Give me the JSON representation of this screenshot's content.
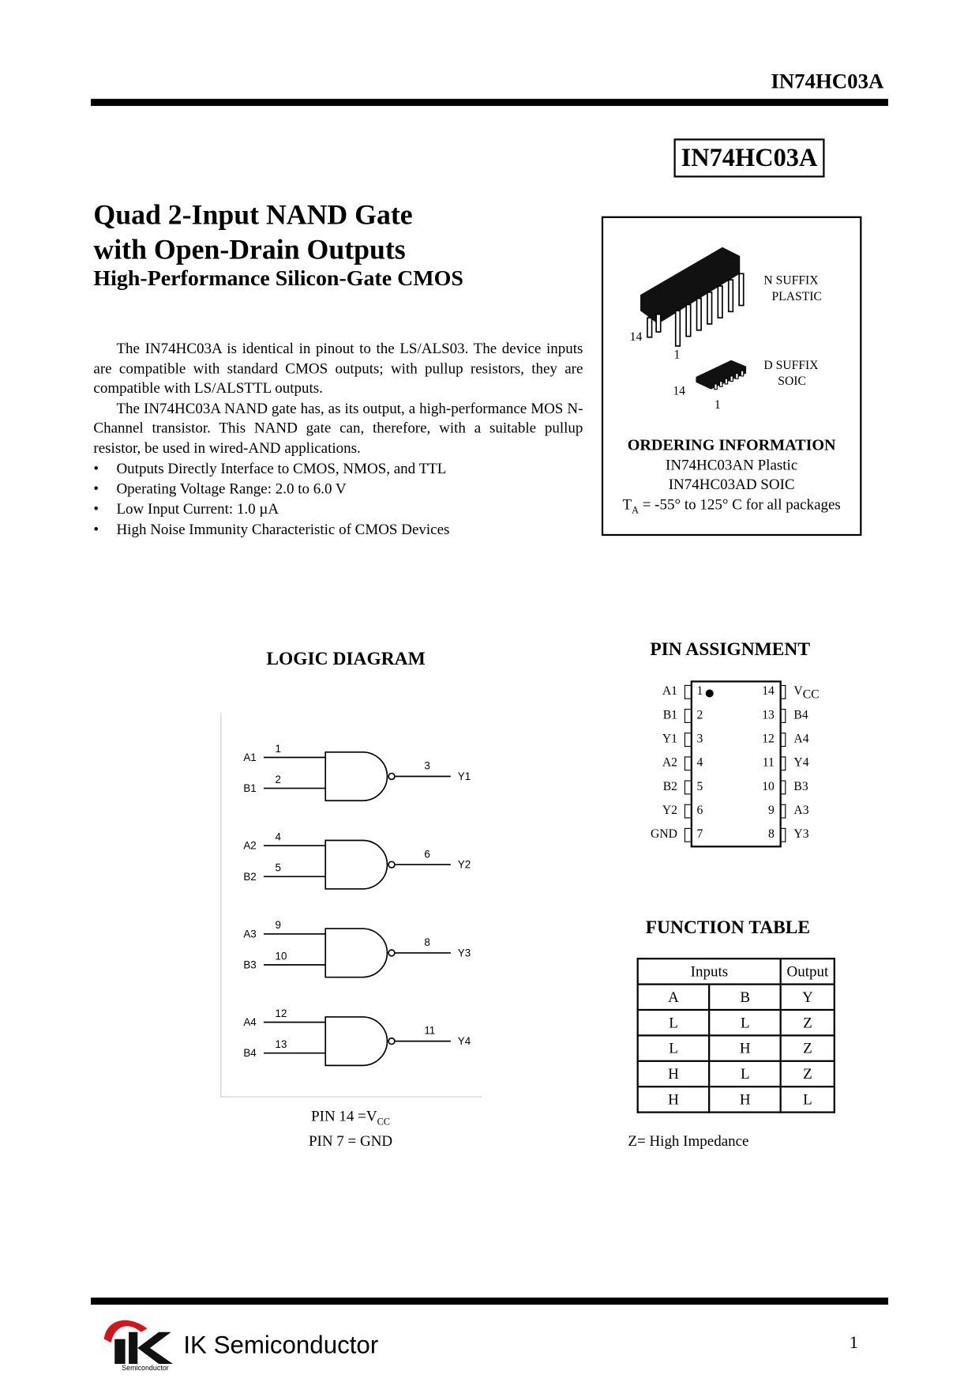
{
  "header": {
    "part_number": "IN74HC03A"
  },
  "part_box": "IN74HC03A",
  "title": {
    "line1": "Quad 2-Input NAND Gate",
    "line2": "with Open-Drain Outputs",
    "subtitle": "High-Performance Silicon-Gate CMOS"
  },
  "description": {
    "p1": "The IN74HC03A is identical in pinout to the LS/ALS03. The device inputs are compatible with standard CMOS outputs; with pullup resistors, they are compatible with LS/ALSTTL outputs.",
    "p2": "The IN74HC03A NAND gate has, as its output, a high-performance MOS N-Channel transistor. This NAND gate can, therefore, with a suitable pullup resistor, be used in wired-AND applications.",
    "bullets": [
      "Outputs Directly Interface to CMOS, NMOS, and TTL",
      "Operating Voltage Range: 2.0 to 6.0 V",
      "Low Input Current: 1.0 µA",
      "High Noise Immunity Characteristic of CMOS Devices"
    ]
  },
  "packages": {
    "n_suffix": "N SUFFIX",
    "n_type": "PLASTIC",
    "d_suffix": "D SUFFIX",
    "d_type": "SOIC",
    "pin14": "14",
    "pin1": "1"
  },
  "ordering": {
    "title": "ORDERING INFORMATION",
    "line1": "IN74HC03AN Plastic",
    "line2": "IN74HC03AD SOIC",
    "temp_prefix": "T",
    "temp_sub": "A",
    "temp_rest": " = -55° to 125° C for all packages"
  },
  "logic": {
    "title": "LOGIC DIAGRAM",
    "gates": [
      {
        "a": "A1",
        "b": "B1",
        "y": "Y1",
        "pa": "1",
        "pb": "2",
        "py": "3"
      },
      {
        "a": "A2",
        "b": "B2",
        "y": "Y2",
        "pa": "4",
        "pb": "5",
        "py": "6"
      },
      {
        "a": "A3",
        "b": "B3",
        "y": "Y3",
        "pa": "9",
        "pb": "10",
        "py": "8"
      },
      {
        "a": "A4",
        "b": "B4",
        "y": "Y4",
        "pa": "12",
        "pb": "13",
        "py": "11"
      }
    ],
    "note1_prefix": "PIN 14 =V",
    "note1_sub": "CC",
    "note2": "PIN 7 = GND"
  },
  "pins": {
    "title": "PIN ASSIGNMENT",
    "left": [
      {
        "n": "1",
        "name": "A1"
      },
      {
        "n": "2",
        "name": "B1"
      },
      {
        "n": "3",
        "name": "Y1"
      },
      {
        "n": "4",
        "name": "A2"
      },
      {
        "n": "5",
        "name": "B2"
      },
      {
        "n": "6",
        "name": "Y2"
      },
      {
        "n": "7",
        "name": "GND"
      }
    ],
    "right": [
      {
        "n": "14",
        "name": "V"
      },
      {
        "n": "13",
        "name": "B4"
      },
      {
        "n": "12",
        "name": "A4"
      },
      {
        "n": "11",
        "name": "Y4"
      },
      {
        "n": "10",
        "name": "B3"
      },
      {
        "n": "9",
        "name": "A3"
      },
      {
        "n": "8",
        "name": "Y3"
      }
    ],
    "vcc_sub": "CC"
  },
  "function_table": {
    "title": "FUNCTION TABLE",
    "inputs": "Inputs",
    "output": "Output",
    "cols": [
      "A",
      "B",
      "Y"
    ],
    "rows": [
      [
        "L",
        "L",
        "Z"
      ],
      [
        "L",
        "H",
        "Z"
      ],
      [
        "H",
        "L",
        "Z"
      ],
      [
        "H",
        "H",
        "L"
      ]
    ],
    "note": "Z= High Impedance"
  },
  "footer": {
    "company": "IK Semiconductor",
    "logo_text": "Semiconductor",
    "page": "1",
    "logo_red": "#d4141c"
  }
}
